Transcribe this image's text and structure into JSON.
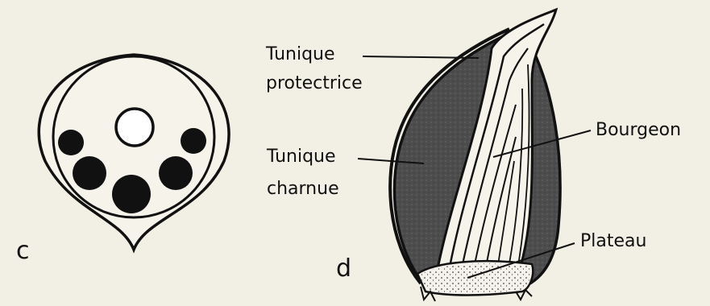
{
  "panels": [
    {
      "letter": "c"
    },
    {
      "letter": "d"
    }
  ],
  "labels": {
    "tunique_protectrice": {
      "line1": "Tunique",
      "line2": "protectrice"
    },
    "tunique_charnue": {
      "line1": "Tunique",
      "line2": "charnue"
    },
    "bourgeon": "Bourgeon",
    "plateau": "Plateau"
  },
  "colors": {
    "paper": "#f2f0e4",
    "ink": "#111111",
    "fleshy_fill": "#4d4d4d",
    "plate_fill": "#f4f2ea"
  }
}
